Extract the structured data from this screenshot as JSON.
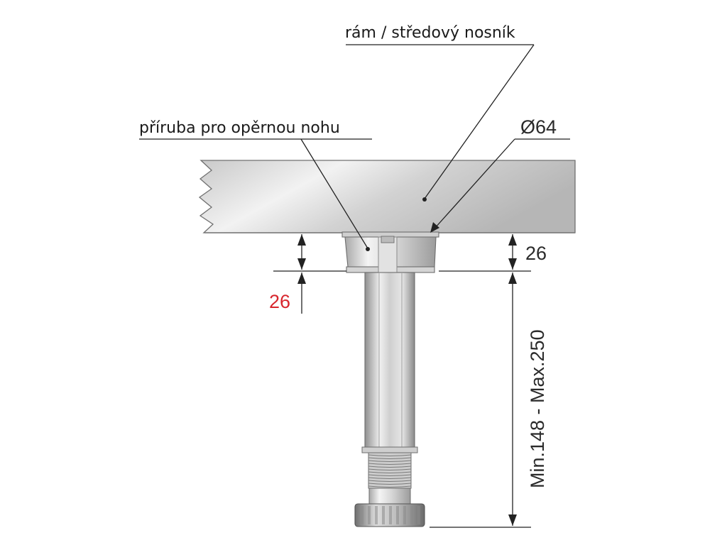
{
  "labels": {
    "frame": "rám / středový nosník",
    "flange": "příruba pro opěrnou nohu",
    "diameter": "Ø64"
  },
  "dimensions": {
    "flange_height_right": "26",
    "flange_height_left": "26",
    "leg_range": "Min.148 - Max.250"
  },
  "colors": {
    "text": "#1a1a1a",
    "dimension_red": "#d8262d",
    "steel_light": "#e8e8e8",
    "steel_dark": "#9a9a9a"
  }
}
